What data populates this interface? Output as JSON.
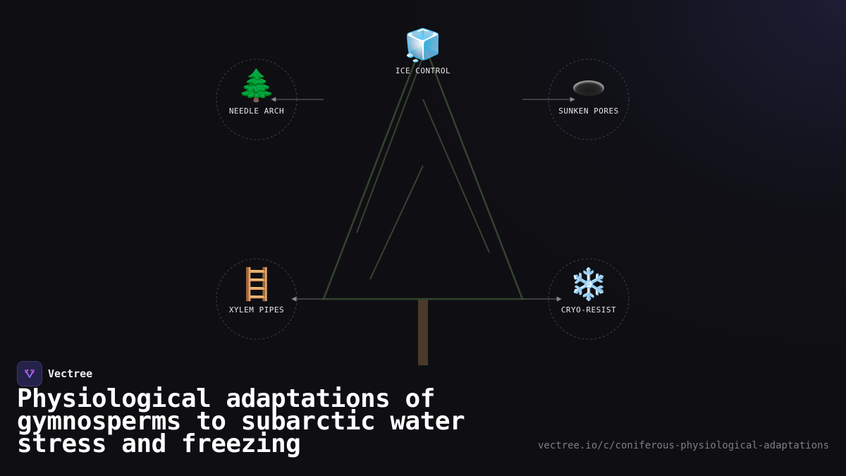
{
  "brand": {
    "name": "Vectree"
  },
  "title": "Physiological adaptations of gymnosperms to subarctic water stress and freezing",
  "url": "vectree.io/c/coniferous-physiological-adaptations",
  "colors": {
    "background": "#0f0f13",
    "tree_outline": "#35432f",
    "trunk": "#4a3a2b",
    "connector": "#6e6e6e",
    "circle_border": "#3a3a40",
    "brand_accent": "#8a5cf6"
  },
  "nodes": {
    "ice_control": {
      "label": "ICE CONTROL",
      "icon": "ice-cube-icon",
      "glyph": "🧊"
    },
    "needle_arch": {
      "label": "NEEDLE ARCH",
      "icon": "evergreen-tree-icon",
      "glyph": "🌲"
    },
    "sunken_pores": {
      "label": "SUNKEN PORES",
      "icon": "hole-icon"
    },
    "xylem_pipes": {
      "label": "XYLEM PIPES",
      "icon": "ladder-icon",
      "glyph": "🪜"
    },
    "cryo_resist": {
      "label": "CRYO-RESIST",
      "icon": "snowflake-icon",
      "glyph": "❄️"
    }
  }
}
